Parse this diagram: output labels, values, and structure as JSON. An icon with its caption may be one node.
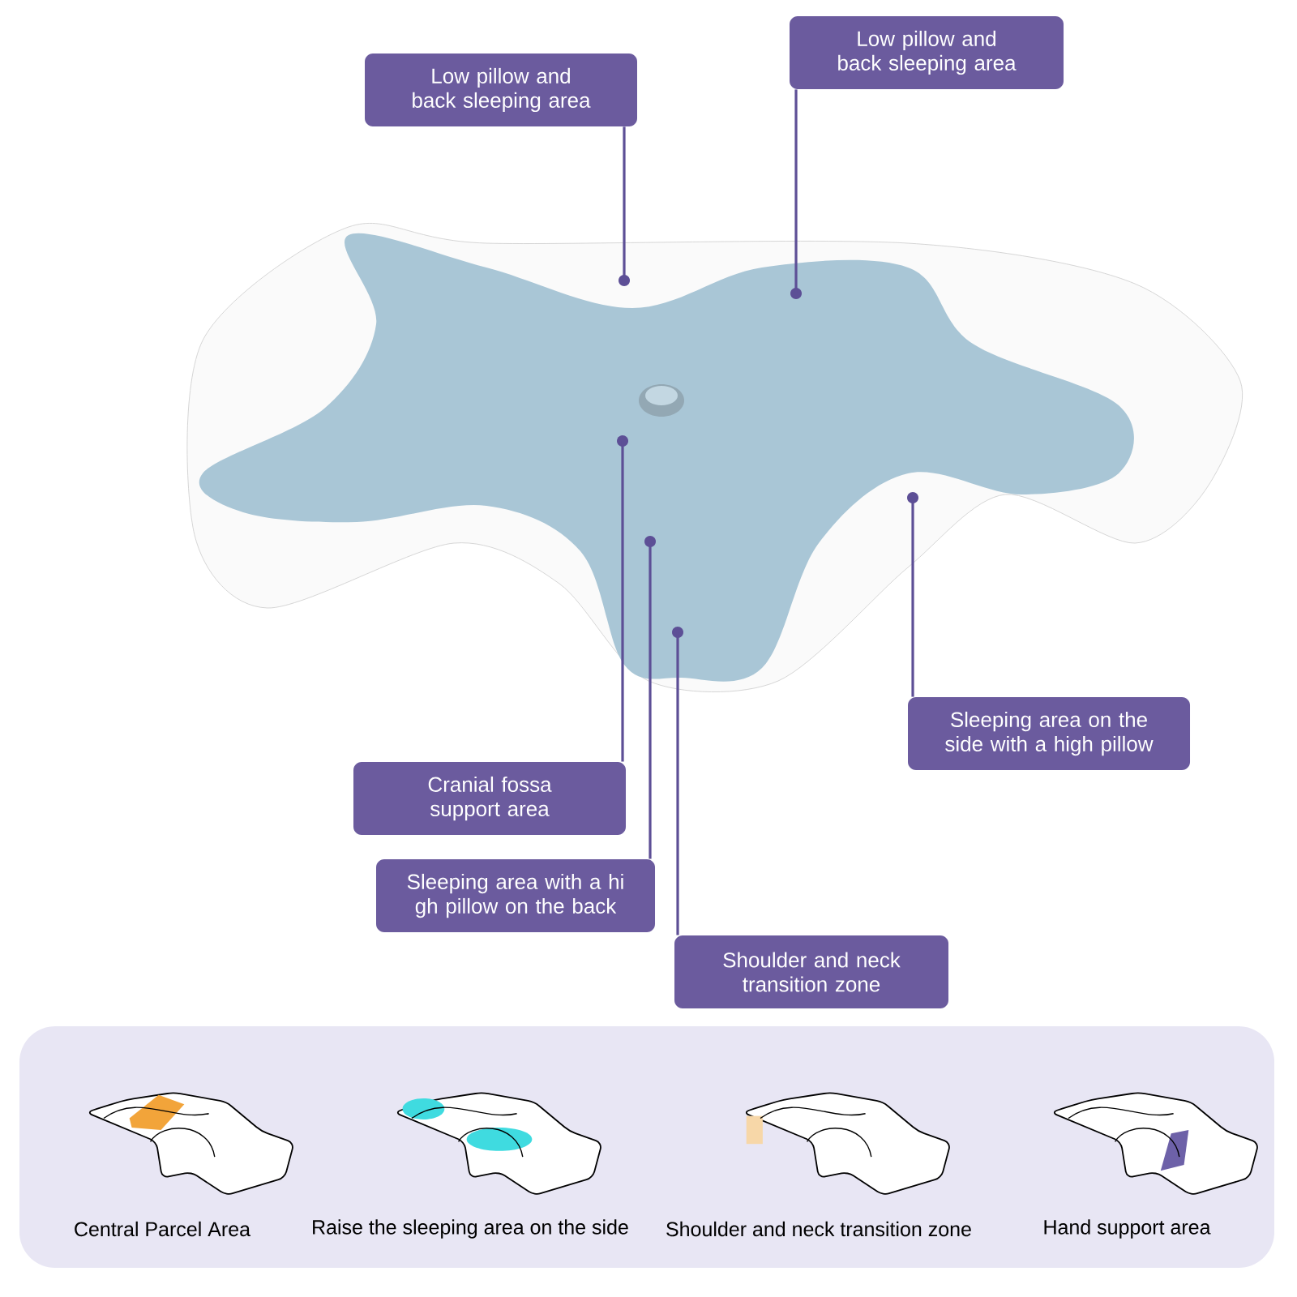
{
  "diagram": {
    "nodes": [
      {
        "text": [
          "Low pillow and back sleeping area"
        ]
      },
      {
        "text": [
          "Low pillow and back sleeping area"
        ]
      },
      {
        "text": [
          "Cranial fossa support area"
        ]
      },
      {
        "text": [
          "Sleeping area with a hi gh pillow on the back"
        ]
      },
      {
        "text": [
          "Shoulder and neck transition zone"
        ]
      },
      {
        "text": [
          "Sleeping area on the side with a high pillow"
        ]
      },
      {
        "text": [],
        "shape": "circle"
      },
      {
        "text": [],
        "shape": "circle"
      },
      {
        "text": [],
        "shape": "circle"
      },
      {
        "text": [],
        "shape": "circle"
      },
      {
        "text": [],
        "shape": "circle"
      },
      {
        "text": [],
        "shape": "circle"
      },
      {
        "text": [],
        "shape": "box"
      },
      {
        "text": [],
        "shape": "picture",
        "in": 12,
        "beside": [
          "Central Parcel Area"
        ]
      },
      {
        "text": [],
        "shape": "picture",
        "in": 12,
        "beside": [
          "Raise the sleeping area on the side"
        ]
      },
      {
        "text": [],
        "shape": "picture",
        "in": 12,
        "beside": [
          "Shoulder and neck transition zone"
        ]
      },
      {
        "text": [],
        "shape": "picture",
        "in": 12,
        "beside": [
          "Hand support area"
        ]
      }
    ],
    "edges": [
      {
        "from": 0,
        "to": 6,
        "arrow": "none"
      },
      {
        "from": 1,
        "to": 7,
        "arrow": "none"
      },
      {
        "from": 2,
        "to": 8,
        "arrow": "none"
      },
      {
        "from": 3,
        "to": 9,
        "arrow": "none"
      },
      {
        "from": 4,
        "to": 10,
        "arrow": "none"
      },
      {
        "from": 5,
        "to": 11,
        "arrow": "none"
      }
    ]
  }
}
